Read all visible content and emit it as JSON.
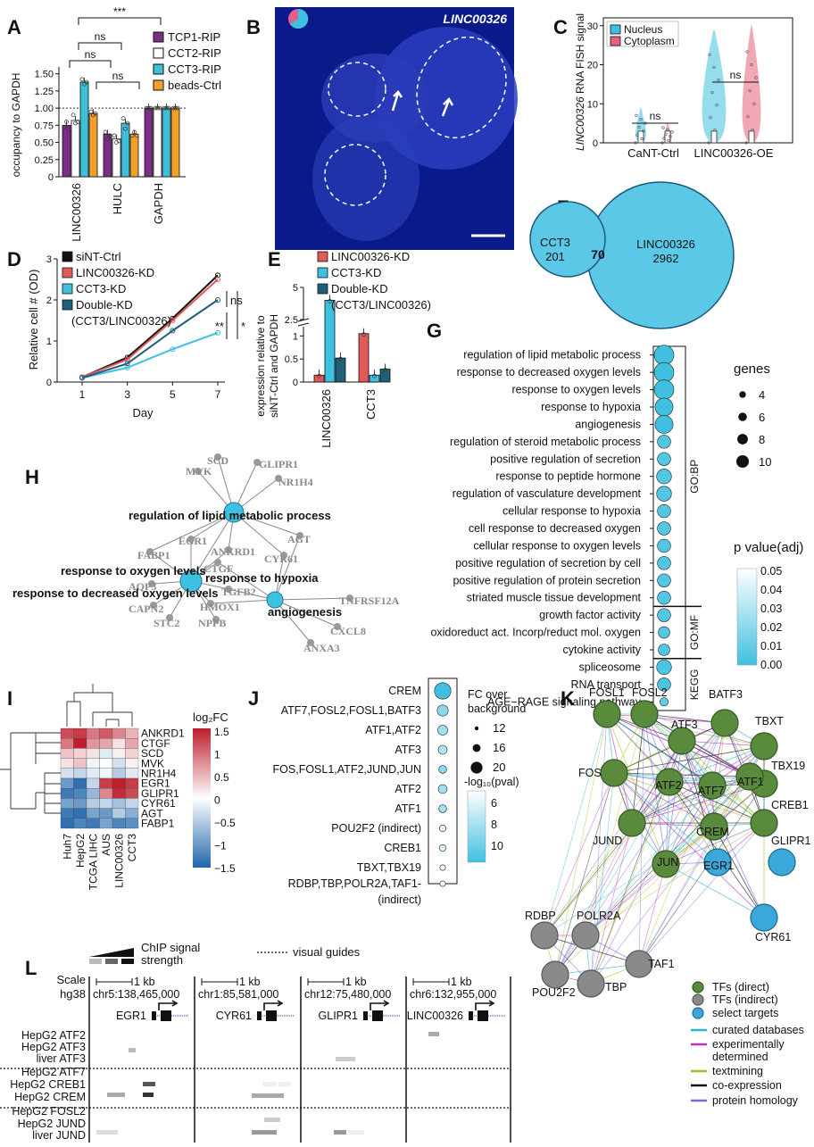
{
  "panels": {
    "A": {
      "letter": "A",
      "ylabel": "occupancy to GAPDH",
      "yticks": [
        "0",
        "0.25",
        "0.50",
        "0.75",
        "1.00",
        "1.25",
        "1.50"
      ],
      "xcats": [
        "LINC00326",
        "HULC",
        "GAPDH"
      ],
      "legend": [
        "TCP1-RIP",
        "CCT2-RIP",
        "CCT3-RIP",
        "beads-Ctrl"
      ],
      "sig": [
        "***",
        "ns",
        "ns",
        "ns"
      ],
      "chart_data": {
        "type": "bar",
        "categories": [
          "LINC00326",
          "HULC",
          "GAPDH"
        ],
        "series": [
          {
            "name": "TCP1-RIP",
            "values": [
              0.75,
              0.62,
              1.0
            ]
          },
          {
            "name": "CCT2-RIP",
            "values": [
              0.82,
              0.55,
              1.0
            ]
          },
          {
            "name": "CCT3-RIP",
            "values": [
              1.38,
              0.78,
              1.0
            ]
          },
          {
            "name": "beads-Ctrl",
            "values": [
              0.92,
              0.62,
              1.0
            ]
          }
        ],
        "ylim": [
          0,
          1.6
        ]
      }
    },
    "B": {
      "letter": "B",
      "title": "LINC00326"
    },
    "C": {
      "letter": "C",
      "ylabel_italic": "LINC00326",
      "ylabel_rest": " RNA FISH signal",
      "yticks": [
        "0",
        "10",
        "20",
        "30"
      ],
      "xcats": [
        "CaNT-Ctrl",
        "LINC00326-OE"
      ],
      "legend": [
        "Nucleus",
        "Cytoplasm"
      ],
      "sig": [
        "ns",
        "ns"
      ]
    },
    "D": {
      "letter": "D",
      "ylabel": "Relative cell # (OD)",
      "xlabel": "Day",
      "yticks": [
        "0",
        "1",
        "2",
        "3"
      ],
      "xticks": [
        "1",
        "3",
        "5",
        "7"
      ],
      "legend": [
        "siNT-Ctrl",
        "LINC00326-KD",
        "CCT3-KD",
        "Double-KD",
        "(CCT3/LINC00326)"
      ],
      "sig": [
        "ns",
        "**",
        "*"
      ],
      "chart_data": {
        "type": "line",
        "x": [
          1,
          3,
          5,
          7
        ],
        "series": [
          {
            "name": "siNT-Ctrl",
            "values": [
              0.12,
              0.6,
              1.55,
              2.6
            ]
          },
          {
            "name": "LINC00326-KD",
            "values": [
              0.12,
              0.55,
              1.5,
              2.5
            ]
          },
          {
            "name": "CCT3-KD",
            "values": [
              0.1,
              0.35,
              0.8,
              1.2
            ]
          },
          {
            "name": "Double-KD",
            "values": [
              0.1,
              0.45,
              1.25,
              2.0
            ]
          }
        ],
        "xlabel": "Day",
        "ylabel": "Relative cell # (OD)",
        "ylim": [
          0,
          3
        ]
      }
    },
    "E": {
      "letter": "E",
      "ylabel1": "expression relative to",
      "ylabel2": "siNT-Ctrl and GAPDH",
      "yticks": [
        "0",
        "0.5",
        "1",
        "2.5",
        "5"
      ],
      "xcats": [
        "LINC00326",
        "CCT3"
      ],
      "legend": [
        "LINC00326-KD",
        "CCT3-KD",
        "Double-KD",
        "(CCT3/LINC00326)"
      ],
      "chart_data": {
        "type": "bar",
        "categories": [
          "LINC00326",
          "CCT3"
        ],
        "series": [
          {
            "name": "LINC00326-KD",
            "values": [
              0.15,
              1.05
            ]
          },
          {
            "name": "CCT3-KD",
            "values": [
              4.0,
              0.15
            ]
          },
          {
            "name": "Double-KD",
            "values": [
              0.52,
              0.28
            ]
          }
        ]
      }
    },
    "F": {
      "letter": "F",
      "a_name": "CCT3",
      "a_only": "201",
      "overlap": "70",
      "b_name": "LINC00326",
      "b_only": "2962"
    },
    "G": {
      "letter": "G",
      "terms": [
        "regulation of lipid metabolic process",
        "response to decreased oxygen levels",
        "response to oxygen levels",
        "response to hypoxia",
        "angiogenesis",
        "regulation of steroid metabolic process",
        "positive regulation of secretion",
        "response to peptide hormone",
        "regulation of vasculature development",
        "cellular response to hypoxia",
        "cell response to decreased oxygen",
        "cellular response to oxygen levels",
        "positive regulation of secretion by cell",
        "positive regulation of protein secretion",
        "striated muscle tissue development",
        "growth factor activity",
        "oxidoreduct act. Incorp/reduct mol. oxygen",
        "cytokine activity",
        "spliceosome",
        "RNA transport",
        "AGE−RAGE signaling pathway"
      ],
      "groups": [
        "GO:BP",
        "GO:MF",
        "KEGG"
      ],
      "size_title": "genes",
      "size_labels": [
        "4",
        "6",
        "8",
        "10"
      ],
      "color_title": "p value(adj)",
      "color_ticks": [
        "0.05",
        "0.04",
        "0.03",
        "0.02",
        "0.01",
        "0.00"
      ],
      "chart_data": {
        "type": "scatter",
        "genes": [
          10,
          10,
          10,
          9,
          9,
          6,
          6,
          7,
          7,
          6,
          6,
          6,
          6,
          6,
          6,
          6,
          5,
          5,
          7,
          6,
          3
        ],
        "p_adj": [
          0.0,
          0.0,
          0.0,
          0.0,
          0.0,
          0.005,
          0.005,
          0.005,
          0.005,
          0.005,
          0.005,
          0.005,
          0.005,
          0.005,
          0.005,
          0.005,
          0.005,
          0.005,
          0.003,
          0.003,
          0.01
        ]
      }
    },
    "H": {
      "letter": "H",
      "hubs": [
        "regulation of lipid metabolic process",
        "response to oxygen levels",
        "response to decreased oxygen levels",
        "response to hypoxia",
        "angiogenesis"
      ],
      "genes": [
        "SCD",
        "MVK",
        "GLIPR1",
        "NR1H4",
        "FABP1",
        "EGR1",
        "ANKRD1",
        "AGT",
        "CYR61",
        "CTGF",
        "AQP3",
        "TGFB2",
        "HMOX1",
        "CAPN2",
        "STC2",
        "NPPB",
        "TNFRSF12A",
        "CXCL8",
        "ANXA3"
      ]
    },
    "I": {
      "letter": "I",
      "rows": [
        "ANKRD1",
        "CTGF",
        "SCD",
        "MVK",
        "NR1H4",
        "EGR1",
        "GLIPR1",
        "CYR61",
        "AGT",
        "FABP1"
      ],
      "cols": [
        "Huh7",
        "HepG2",
        "TCGA LIHC",
        "AUS",
        "LINC00326",
        "CCT3"
      ],
      "scale_title": "log₂FC",
      "scale_ticks": [
        "1.5",
        "1",
        "0.5",
        "0",
        "−0.5",
        "−1",
        "−1.5"
      ],
      "chart_data": {
        "type": "heatmap",
        "values": [
          [
            1.2,
            1.3,
            0.9,
            1.1,
            0.8,
            0.5
          ],
          [
            0.9,
            1.5,
            0.7,
            0.6,
            0.2,
            0.6
          ],
          [
            0.4,
            0.3,
            0.2,
            -0.2,
            0.1,
            0.3
          ],
          [
            0.2,
            0.4,
            -0.1,
            0.0,
            -0.3,
            0.1
          ],
          [
            -0.3,
            -0.4,
            -0.2,
            -0.1,
            -0.5,
            -0.2
          ],
          [
            -1.0,
            -1.4,
            -0.4,
            1.3,
            1.5,
            1.3
          ],
          [
            -1.3,
            -1.2,
            -0.7,
            0.8,
            1.4,
            1.2
          ],
          [
            -0.9,
            -1.0,
            -0.5,
            -0.4,
            -0.6,
            -0.4
          ],
          [
            -1.3,
            -1.4,
            -0.9,
            -1.0,
            -0.5,
            -0.8
          ],
          [
            -1.4,
            -1.2,
            -1.3,
            -0.9,
            -1.2,
            -1.1
          ]
        ]
      }
    },
    "J": {
      "letter": "J",
      "rows": [
        "CREM",
        "ATF7,FOSL2,FOSL1,BATF3",
        "ATF1,ATF2",
        "ATF3",
        "FOS,FOSL1,ATF2,JUND,JUN",
        "ATF2",
        "ATF1",
        "POU2F2 (indirect)",
        "CREB1",
        "TBXT,TBX19",
        "RDBP,TBP,POLR2A,TAF1-",
        "(indirect)"
      ],
      "size_title1": "FC over",
      "size_title2": "background",
      "size_labels": [
        "12",
        "16",
        "20"
      ],
      "color_title": "-log₁₀(pval)",
      "color_ticks": [
        "6",
        "8",
        "10"
      ],
      "chart_data": {
        "type": "scatter",
        "fc": [
          20,
          15,
          14,
          13,
          12,
          13,
          12,
          11,
          11,
          10,
          10
        ],
        "neglog10p": [
          10,
          8,
          7.5,
          7,
          8,
          7.5,
          7.5,
          6,
          6,
          5.5,
          5.5
        ]
      }
    },
    "K": {
      "letter": "K",
      "nodes_direct": [
        "FOSL1",
        "FOSL2",
        "BATF3",
        "TBXT",
        "ATF3",
        "TBX19",
        "FOS",
        "ATF1",
        "ATF2",
        "ATF7",
        "CREM",
        "CREB1",
        "JUND",
        "JUN"
      ],
      "nodes_indirect": [
        "RDBP",
        "POLR2A",
        "POU2F2",
        "TAF1",
        "TBP"
      ],
      "nodes_targets": [
        "EGR1",
        "GLIPR1",
        "CYR61"
      ],
      "legend_nodes": [
        "TFs (direct)",
        "TFs (indirect)",
        "select targets"
      ],
      "legend_edges": [
        "curated databases",
        "experimentally",
        "determined",
        "textmining",
        "co-expression",
        "protein homology"
      ],
      "colors": {
        "direct": "#5a8a3c",
        "indirect": "#8a8a8a",
        "targets": "#3aa8d8",
        "curated": "#2cb5c8",
        "experimental": "#c02ec0",
        "textmining": "#a8c020",
        "coexpression": "#111111",
        "homology": "#7a6ad8"
      }
    },
    "L": {
      "letter": "L",
      "legend_signal1": "ChIP signal",
      "legend_signal2": "strength",
      "legend_guides": "visual guides",
      "scale_label": "Scale",
      "hg_label": "hg38",
      "kb": "1 kb",
      "loci": [
        {
          "coord": "chr5:138,465,000",
          "gene": "EGR1"
        },
        {
          "coord": "chr1:85,581,000",
          "gene": "CYR61"
        },
        {
          "coord": "chr12:75,480,000",
          "gene": "GLIPR1"
        },
        {
          "coord": "chr6:132,955,000",
          "gene": "LINC00326"
        }
      ],
      "tracks": [
        "HepG2 ATF2",
        "HepG2 ATF3",
        "liver ATF3",
        "HepG2 ATF7",
        "HepG2 CREB1",
        "HepG2 CREM",
        "HepG2 FOSL2",
        "HepG2 JUND",
        "liver JUND"
      ]
    }
  }
}
